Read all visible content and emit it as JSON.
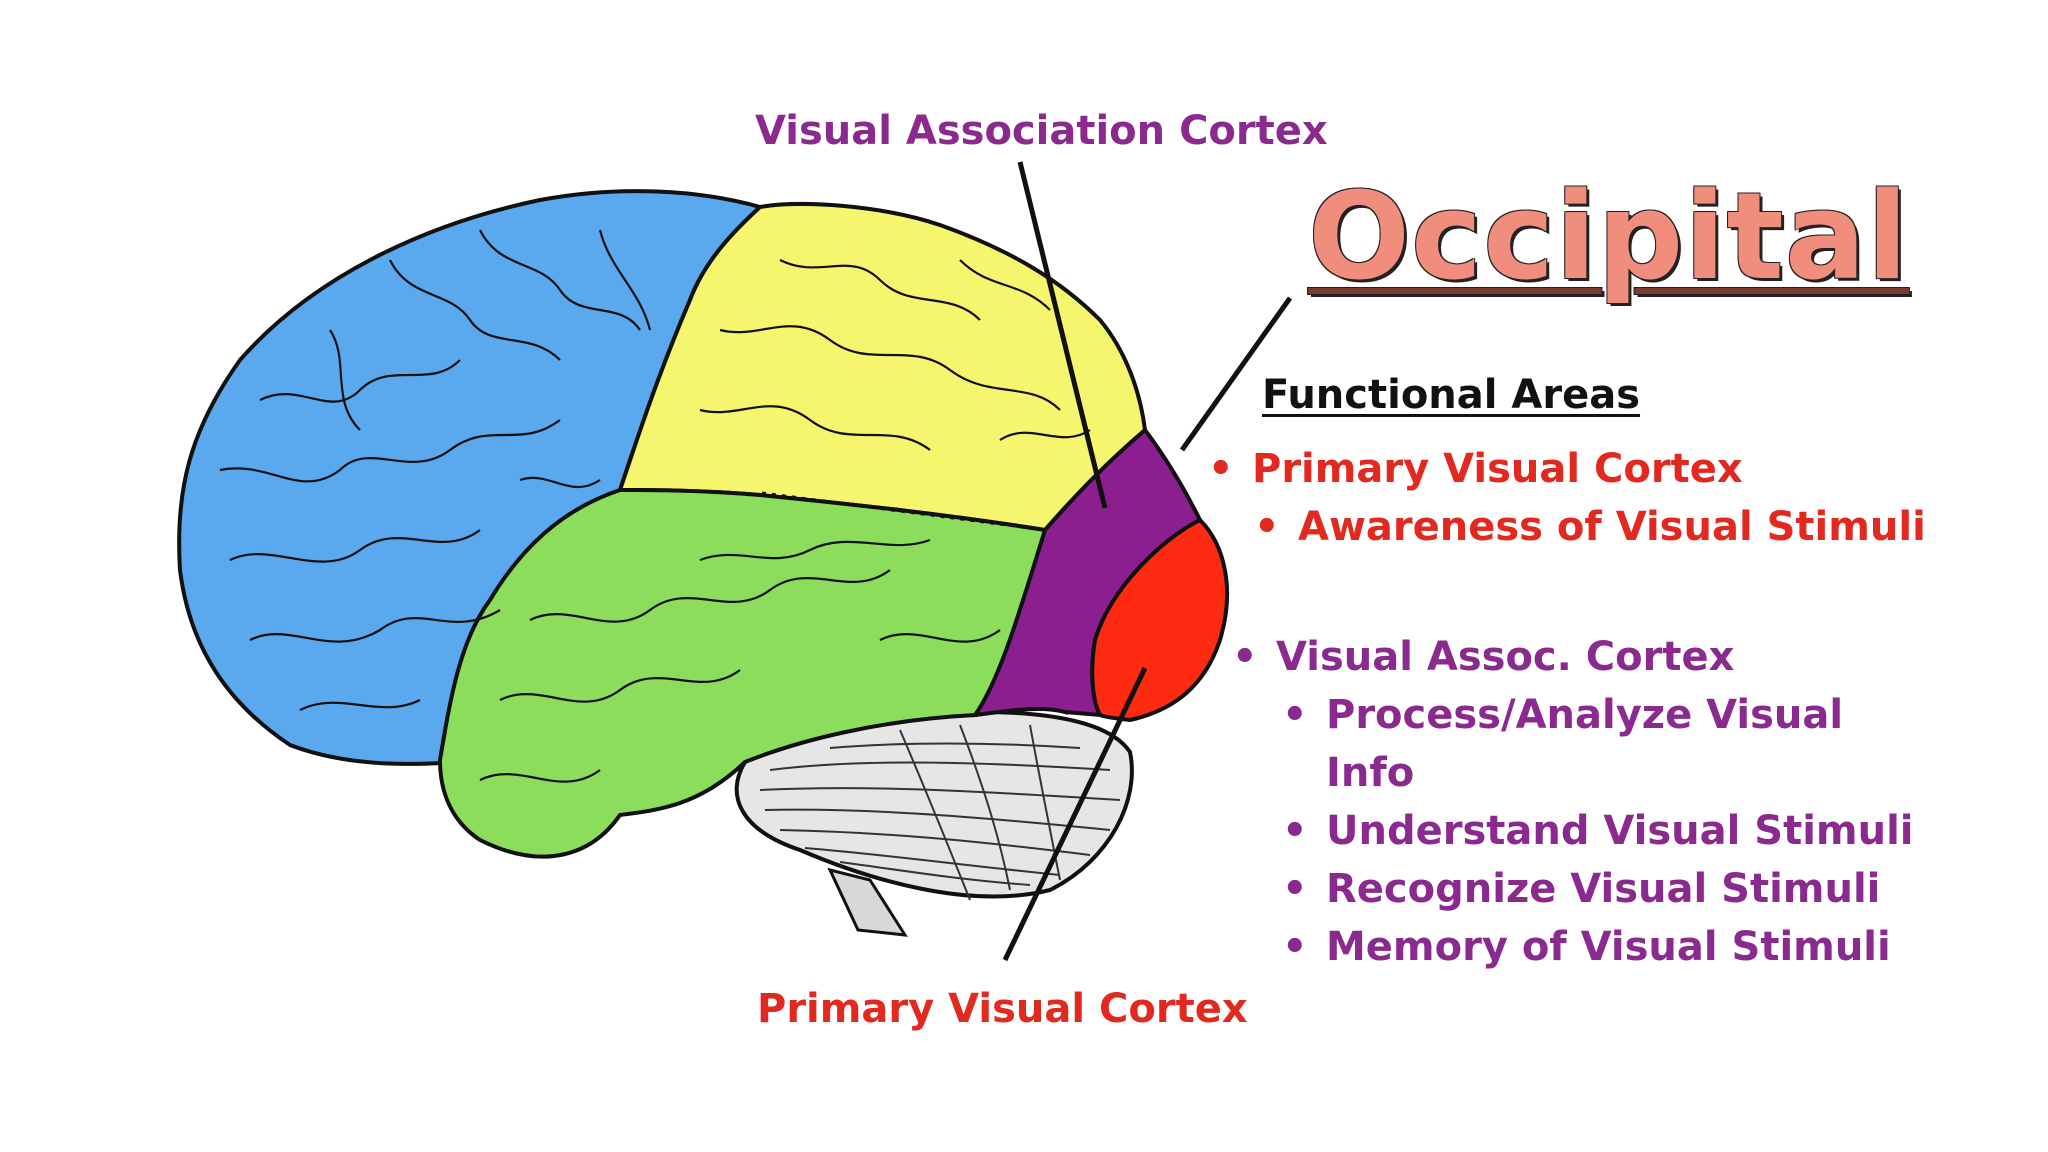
{
  "title": "Occipital",
  "callouts": {
    "association": "Visual Association Cortex",
    "primary": "Primary Visual Cortex"
  },
  "functional": {
    "heading": "Functional Areas",
    "primary": {
      "label": "Primary Visual Cortex",
      "items": [
        "Awareness of Visual Stimuli"
      ]
    },
    "association": {
      "label": "Visual Assoc. Cortex",
      "items": [
        "Process/Analyze Visual",
        "Info",
        "Understand Visual Stimuli",
        "Recognize Visual Stimuli",
        "Memory of Visual Stimuli"
      ]
    }
  },
  "colors": {
    "frontal": "#5aa9ee",
    "parietal": "#f6f56e",
    "temporal": "#8ddd5c",
    "visual_association": "#8b1f8f",
    "primary_visual": "#ff2a12",
    "cerebellum": "#dcdcdc",
    "title": "#f08d7d"
  }
}
